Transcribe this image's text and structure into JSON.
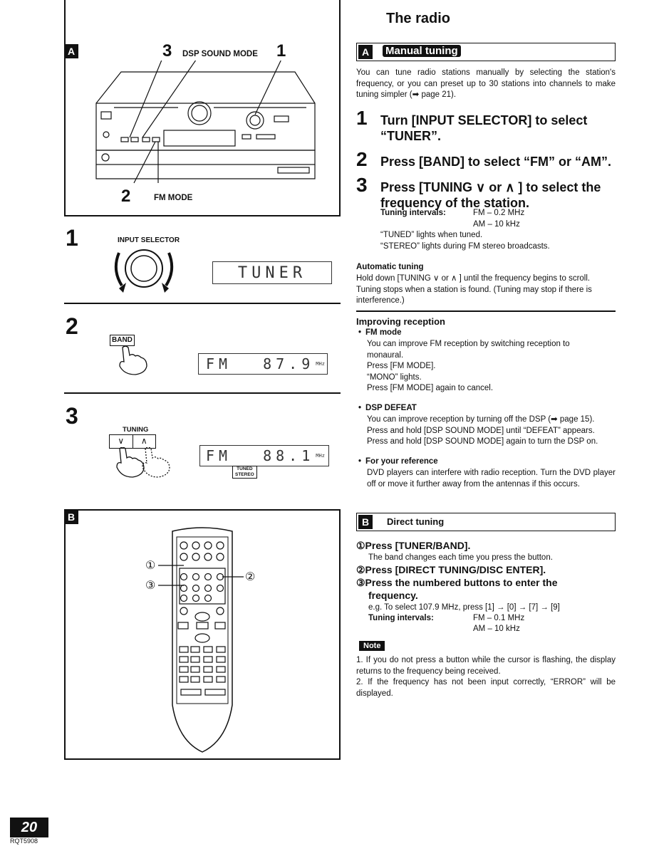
{
  "left": {
    "figA": {
      "badge": "A",
      "callout_3": "3",
      "label_dsp": "DSP SOUND MODE",
      "callout_1": "1",
      "callout_2": "2",
      "label_fm": "FM MODE"
    },
    "step1": {
      "num": "1",
      "knob_label": "INPUT SELECTOR",
      "lcd": "TUNER"
    },
    "step2": {
      "num": "2",
      "button_label": "BAND",
      "lcd_left": "FM",
      "lcd_right": "87.9",
      "unit": "MHz"
    },
    "step3": {
      "num": "3",
      "button_label": "TUNING",
      "lcd_left": "FM",
      "lcd_right": "88.1",
      "unit": "MHz",
      "tuned": "TUNED",
      "stereo": "STEREO"
    },
    "figB": {
      "badge": "B",
      "c1": "①",
      "c2": "②",
      "c3": "③"
    }
  },
  "right": {
    "title": "The radio",
    "sectionA": {
      "badge": "A",
      "heading": "Manual tuning",
      "intro": "You can tune radio stations manually by selecting the station's frequency, or you can preset up to 30 stations into channels to make tuning simpler (➡ page 21).",
      "steps": [
        {
          "num": "1",
          "text": "Turn [INPUT SELECTOR] to select “TUNER”."
        },
        {
          "num": "2",
          "text": "Press [BAND] to select “FM” or “AM”."
        },
        {
          "num": "3",
          "text": "Press [TUNING ∨ or ∧ ] to select the frequency of the station."
        }
      ],
      "intervals_label": "Tuning intervals:",
      "interval_fm": "FM – 0.2 MHz",
      "interval_am": "AM – 10 kHz",
      "tuned_note": "“TUNED” lights when tuned.",
      "stereo_note": "“STEREO” lights during FM stereo broadcasts.",
      "auto_head": "Automatic tuning",
      "auto_text": "Hold down [TUNING ∨ or ∧ ] until the frequency begins to scroll. Tuning stops when a station is found. (Tuning may stop if there is interference.)"
    },
    "improve": {
      "heading": "Improving reception",
      "fm_head": "FM mode",
      "fm_l1": "You can improve FM reception by switching reception to monaural.",
      "fm_l2": "Press [FM MODE].",
      "fm_l3": "“MONO” lights.",
      "fm_l4": "Press [FM MODE] again to cancel.",
      "dsp_head": "DSP DEFEAT",
      "dsp_l1": "You can improve reception by turning off the DSP (➡ page 15).",
      "dsp_l2": "Press and hold [DSP SOUND MODE] until “DEFEAT” appears.",
      "dsp_l3": "Press and hold [DSP SOUND MODE] again to turn the DSP on.",
      "ref_head": "For your reference",
      "ref_text": "DVD players can interfere with radio reception. Turn the DVD player off or move it further away from the antennas if this occurs."
    },
    "sectionB": {
      "badge": "B",
      "heading": "Direct tuning",
      "s1": "①Press [TUNER/BAND].",
      "s1_sub": "The band changes each time you press the button.",
      "s2": "②Press [DIRECT TUNING/DISC ENTER].",
      "s3a": "③Press the numbered buttons to enter the",
      "s3b": "frequency.",
      "eg": "e.g. To select 107.9 MHz, press [1] → [0] → [7] → [9]",
      "intervals_label": "Tuning intervals:",
      "interval_fm": "FM – 0.1 MHz",
      "interval_am": "AM – 10 kHz",
      "note_label": "Note",
      "note1": "1. If you do not press a button while the cursor is flashing, the display returns to the frequency being received.",
      "note2": "2. If the frequency has not been input correctly, “ERROR” will be displayed."
    }
  },
  "footer": {
    "page_num": "20",
    "code": "RQT5908"
  }
}
